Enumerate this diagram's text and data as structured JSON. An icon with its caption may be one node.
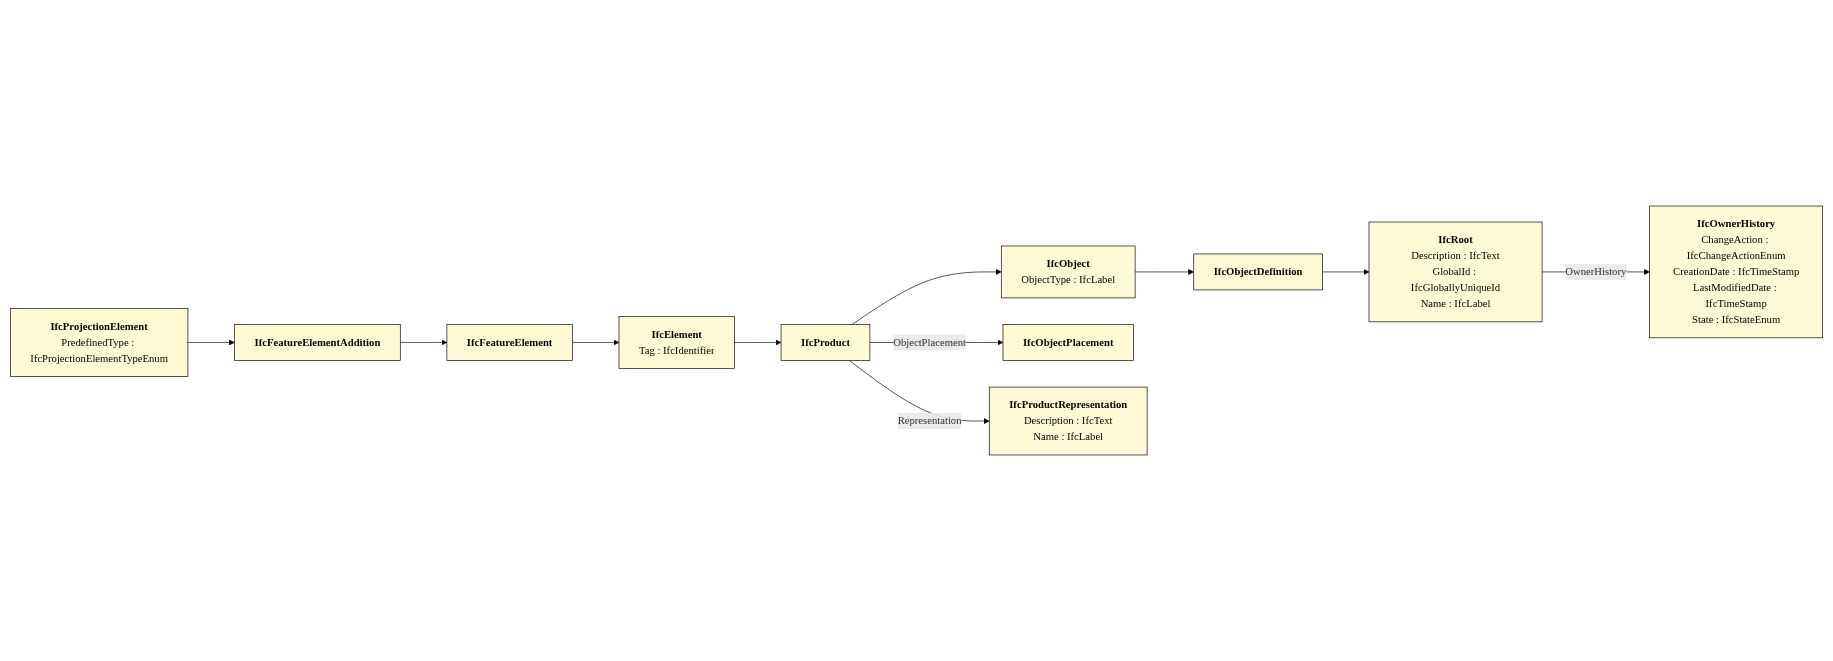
{
  "diagram": {
    "nodes": [
      {
        "text": [
          "IfcProjectionElement",
          "PredefinedType : IfcProjectionElementTypeEnum"
        ]
      },
      {
        "text": [
          "IfcFeatureElementAddition"
        ]
      },
      {
        "text": [
          "IfcElement",
          "Tag : IfcIdentifier"
        ]
      },
      {
        "text": [
          "IfcFeatureElement"
        ]
      },
      {
        "text": [
          "IfcProduct"
        ]
      },
      {
        "text": [
          "IfcObject",
          "ObjectType : IfcLabel"
        ]
      },
      {
        "text": [
          "IfcObjectDefinition"
        ]
      },
      {
        "text": [
          "IfcObjectPlacement"
        ]
      },
      {
        "text": [
          "IfcProductRepresentation",
          "Description : IfcText",
          "Name : IfcLabel"
        ]
      },
      {
        "text": [
          "IfcRoot",
          "Description : IfcText",
          "GlobalId : IfcGloballyUniqueId",
          "Name : IfcLabel"
        ]
      },
      {
        "text": [
          "IfcOwnerHistory",
          "ChangeAction : IfcChangeActionEnum",
          "CreationDate : IfcTimeStamp",
          "LastModifiedDate : IfcTimeStamp",
          "State : IfcStateEnum"
        ]
      }
    ],
    "edges": [
      {
        "from": 0,
        "to": 1,
        "arrow": "to"
      },
      {
        "from": 1,
        "to": 3,
        "arrow": "to"
      },
      {
        "from": 3,
        "to": 2,
        "arrow": "to"
      },
      {
        "from": 2,
        "to": 4,
        "arrow": "to"
      },
      {
        "from": 4,
        "to": 5,
        "arrow": "to"
      },
      {
        "from": 5,
        "to": 6,
        "arrow": "to"
      },
      {
        "from": 6,
        "to": 9,
        "arrow": "to"
      },
      {
        "from": 4,
        "to": 7,
        "arrow": "to",
        "label": "ObjectPlacement"
      },
      {
        "from": 4,
        "to": 8,
        "arrow": "to",
        "label": "Representation"
      },
      {
        "from": 9,
        "to": 10,
        "arrow": "to",
        "label": "OwnerHistory"
      }
    ]
  }
}
